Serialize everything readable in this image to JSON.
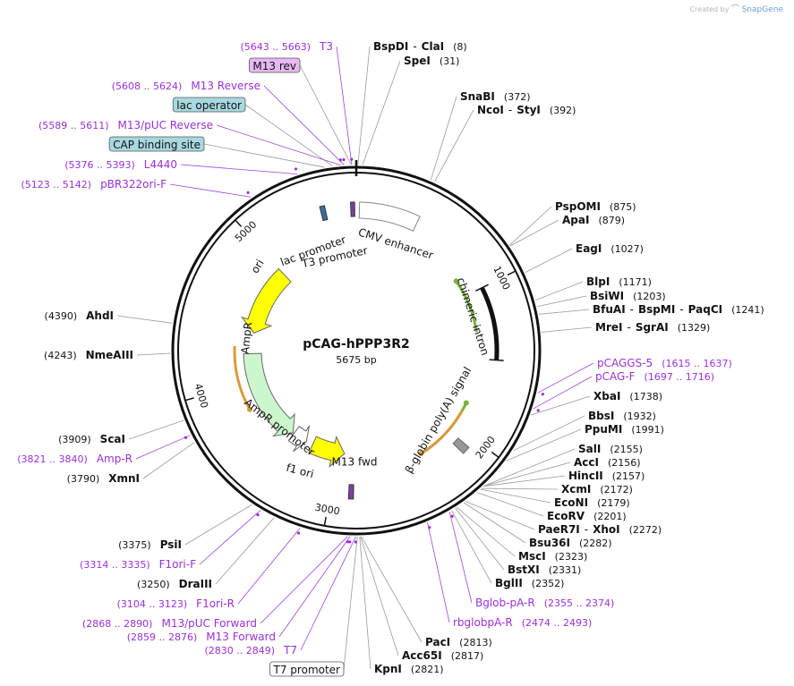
{
  "credit": {
    "prefix": "Created by",
    "brand": "SnapGene"
  },
  "plasmid": {
    "name": "pCAG-hPPP3R2",
    "length_label": "5675 bp",
    "length": 5675
  },
  "ruler_ticks": [
    {
      "pos": 1000,
      "label": "1000"
    },
    {
      "pos": 2000,
      "label": "2000"
    },
    {
      "pos": 3000,
      "label": "3000"
    },
    {
      "pos": 4000,
      "label": "4000"
    },
    {
      "pos": 5000,
      "label": "5000"
    }
  ],
  "features": [
    {
      "name": "CMV enhancer",
      "start": 20,
      "end": 400,
      "type": "box",
      "color": "#ffffff",
      "stroke": "#888888"
    },
    {
      "name": "chimeric intron",
      "start": 1000,
      "end": 1480,
      "type": "line",
      "color": "#111111"
    },
    {
      "name": "β-globin poly(A) signal",
      "start": 2060,
      "end": 2110,
      "type": "gray",
      "color": "#999999"
    },
    {
      "name": "f1 ori",
      "start": 2940,
      "end": 3230,
      "type": "arrow-rev",
      "color": "#ffff00"
    },
    {
      "name": "AmpR promoter",
      "start": 3290,
      "end": 3420,
      "type": "arrow-rev",
      "color": "#ffffff"
    },
    {
      "name": "AmpR",
      "start": 3430,
      "end": 4230,
      "type": "arrow-rev",
      "color": "#ccf7cc"
    },
    {
      "name": "ori",
      "start": 4410,
      "end": 4990,
      "type": "arrow-rev",
      "color": "#ffff00"
    },
    {
      "name": "lac promoter",
      "start": 5450,
      "end": 5480,
      "type": "small",
      "color": "#3a6f9a"
    },
    {
      "name": "T3 promoter",
      "start": 5640,
      "end": 5665,
      "type": "small",
      "color": "#7e3fa0"
    }
  ],
  "inner_arcs": [
    {
      "start": 870,
      "end": 1280,
      "color": "#78b339",
      "dir": "rev"
    },
    {
      "start": 1820,
      "end": 2330,
      "color": "#78b339",
      "dir": "rev"
    },
    {
      "start": 1880,
      "end": 2330,
      "color": "#d99a3c",
      "dir": "fwd"
    },
    {
      "start": 3800,
      "end": 4290,
      "color": "#d99a3c",
      "dir": "rev"
    }
  ],
  "center_labels": [
    {
      "text": "pCAG-hPPP3R2"
    },
    {
      "text": "5675 bp"
    }
  ],
  "inside_labels": [
    {
      "text": "CMV enhancer"
    },
    {
      "text": "chimeric intron"
    },
    {
      "text": "β-globin poly(A) signal"
    },
    {
      "text": "f1 ori"
    },
    {
      "text": "M13 fwd"
    },
    {
      "text": "AmpR promoter"
    },
    {
      "text": "AmpR"
    },
    {
      "text": "ori"
    },
    {
      "text": "lac promoter"
    },
    {
      "text": "T3 promoter"
    }
  ],
  "labels": [
    {
      "pos": 5653,
      "kind": "primer",
      "parts": [
        {
          "t": "(5643 .. 5663)",
          "s": "coord"
        },
        {
          "t": "T3",
          "s": "name"
        }
      ]
    },
    {
      "pos": 5650,
      "kind": "box",
      "box": "purple",
      "parts": [
        {
          "t": "M13 rev",
          "s": "name"
        }
      ]
    },
    {
      "pos": 5616,
      "kind": "primer",
      "parts": [
        {
          "t": "(5608 .. 5624)",
          "s": "coord"
        },
        {
          "t": "M13 Reverse",
          "s": "name"
        }
      ]
    },
    {
      "pos": 5560,
      "kind": "box",
      "box": "teal",
      "parts": [
        {
          "t": "lac operator",
          "s": "name"
        }
      ]
    },
    {
      "pos": 5600,
      "kind": "primer",
      "parts": [
        {
          "t": "(5589 .. 5611)",
          "s": "coord"
        },
        {
          "t": "M13/pUC Reverse",
          "s": "name"
        }
      ]
    },
    {
      "pos": 5520,
      "kind": "box",
      "box": "teal",
      "parts": [
        {
          "t": "CAP binding site",
          "s": "name"
        }
      ]
    },
    {
      "pos": 5385,
      "kind": "primer",
      "parts": [
        {
          "t": "(5376 .. 5393)",
          "s": "coord"
        },
        {
          "t": "L4440",
          "s": "name"
        }
      ]
    },
    {
      "pos": 5133,
      "kind": "primer",
      "parts": [
        {
          "t": "(5123 .. 5142)",
          "s": "coord"
        },
        {
          "t": "pBR322ori-F",
          "s": "name"
        }
      ]
    },
    {
      "pos": 8,
      "kind": "site",
      "parts": [
        {
          "t": "BspDI",
          "s": "bold"
        },
        {
          "t": "-",
          "s": "plain"
        },
        {
          "t": "ClaI",
          "s": "bold"
        },
        {
          "t": "(8)",
          "s": "num"
        }
      ]
    },
    {
      "pos": 31,
      "kind": "site",
      "parts": [
        {
          "t": "SpeI",
          "s": "bold"
        },
        {
          "t": "(31)",
          "s": "num"
        }
      ]
    },
    {
      "pos": 372,
      "kind": "site",
      "parts": [
        {
          "t": "SnaBI",
          "s": "bold"
        },
        {
          "t": "(372)",
          "s": "num"
        }
      ]
    },
    {
      "pos": 392,
      "kind": "site",
      "parts": [
        {
          "t": "NcoI",
          "s": "bold"
        },
        {
          "t": "-",
          "s": "plain"
        },
        {
          "t": "StyI",
          "s": "bold"
        },
        {
          "t": "(392)",
          "s": "num"
        }
      ]
    },
    {
      "pos": 875,
      "kind": "site",
      "parts": [
        {
          "t": "PspOMI",
          "s": "bold"
        },
        {
          "t": "(875)",
          "s": "num"
        }
      ]
    },
    {
      "pos": 879,
      "kind": "site",
      "parts": [
        {
          "t": "ApaI",
          "s": "bold"
        },
        {
          "t": "(879)",
          "s": "num"
        }
      ]
    },
    {
      "pos": 1027,
      "kind": "site",
      "parts": [
        {
          "t": "EagI",
          "s": "bold"
        },
        {
          "t": "(1027)",
          "s": "num"
        }
      ]
    },
    {
      "pos": 1171,
      "kind": "site",
      "parts": [
        {
          "t": "BlpI",
          "s": "bold"
        },
        {
          "t": "(1171)",
          "s": "num"
        }
      ]
    },
    {
      "pos": 1203,
      "kind": "site",
      "parts": [
        {
          "t": "BsiWI",
          "s": "bold"
        },
        {
          "t": "(1203)",
          "s": "num"
        }
      ]
    },
    {
      "pos": 1241,
      "kind": "site",
      "parts": [
        {
          "t": "BfuAI",
          "s": "bold"
        },
        {
          "t": "-",
          "s": "plain"
        },
        {
          "t": "BspMI",
          "s": "bold"
        },
        {
          "t": "-",
          "s": "plain"
        },
        {
          "t": "PaqCI",
          "s": "bold"
        },
        {
          "t": "(1241)",
          "s": "num"
        }
      ]
    },
    {
      "pos": 1329,
      "kind": "site",
      "parts": [
        {
          "t": "MreI",
          "s": "bold"
        },
        {
          "t": "-",
          "s": "plain"
        },
        {
          "t": "SgrAI",
          "s": "bold"
        },
        {
          "t": "(1329)",
          "s": "num"
        }
      ]
    },
    {
      "pos": 1626,
      "kind": "primer",
      "parts": [
        {
          "t": "pCAGGS-5",
          "s": "name"
        },
        {
          "t": "(1615 .. 1637)",
          "s": "coord"
        }
      ]
    },
    {
      "pos": 1706,
      "kind": "primer",
      "parts": [
        {
          "t": "pCAG-F",
          "s": "name"
        },
        {
          "t": "(1697 .. 1716)",
          "s": "coord"
        }
      ]
    },
    {
      "pos": 1738,
      "kind": "site",
      "parts": [
        {
          "t": "XbaI",
          "s": "bold"
        },
        {
          "t": "(1738)",
          "s": "num"
        }
      ]
    },
    {
      "pos": 1932,
      "kind": "site",
      "parts": [
        {
          "t": "BbsI",
          "s": "bold"
        },
        {
          "t": "(1932)",
          "s": "num"
        }
      ]
    },
    {
      "pos": 1991,
      "kind": "site",
      "parts": [
        {
          "t": "PpuMI",
          "s": "bold"
        },
        {
          "t": "(1991)",
          "s": "num"
        }
      ]
    },
    {
      "pos": 2155,
      "kind": "site",
      "parts": [
        {
          "t": "SalI",
          "s": "bold"
        },
        {
          "t": "(2155)",
          "s": "num"
        }
      ]
    },
    {
      "pos": 2156,
      "kind": "site",
      "parts": [
        {
          "t": "AccI",
          "s": "bold"
        },
        {
          "t": "(2156)",
          "s": "num"
        }
      ]
    },
    {
      "pos": 2157,
      "kind": "site",
      "parts": [
        {
          "t": "HincII",
          "s": "bold"
        },
        {
          "t": "(2157)",
          "s": "num"
        }
      ]
    },
    {
      "pos": 2172,
      "kind": "site",
      "parts": [
        {
          "t": "XcmI",
          "s": "bold"
        },
        {
          "t": "(2172)",
          "s": "num"
        }
      ]
    },
    {
      "pos": 2179,
      "kind": "site",
      "parts": [
        {
          "t": "EcoNI",
          "s": "bold"
        },
        {
          "t": "(2179)",
          "s": "num"
        }
      ]
    },
    {
      "pos": 2201,
      "kind": "site",
      "parts": [
        {
          "t": "EcoRV",
          "s": "bold"
        },
        {
          "t": "(2201)",
          "s": "num"
        }
      ]
    },
    {
      "pos": 2272,
      "kind": "site",
      "parts": [
        {
          "t": "PaeR7I",
          "s": "bold"
        },
        {
          "t": "-",
          "s": "plain"
        },
        {
          "t": "XhoI",
          "s": "bold"
        },
        {
          "t": "(2272)",
          "s": "num"
        }
      ]
    },
    {
      "pos": 2282,
      "kind": "site",
      "parts": [
        {
          "t": "Bsu36I",
          "s": "bold"
        },
        {
          "t": "(2282)",
          "s": "num"
        }
      ]
    },
    {
      "pos": 2323,
      "kind": "site",
      "parts": [
        {
          "t": "MscI",
          "s": "bold"
        },
        {
          "t": "(2323)",
          "s": "num"
        }
      ]
    },
    {
      "pos": 2331,
      "kind": "site",
      "parts": [
        {
          "t": "BstXI",
          "s": "bold"
        },
        {
          "t": "(2331)",
          "s": "num"
        }
      ]
    },
    {
      "pos": 2352,
      "kind": "site",
      "parts": [
        {
          "t": "BglII",
          "s": "bold"
        },
        {
          "t": "(2352)",
          "s": "num"
        }
      ]
    },
    {
      "pos": 2364,
      "kind": "primer",
      "parts": [
        {
          "t": "Bglob-pA-R",
          "s": "name"
        },
        {
          "t": "(2355 .. 2374)",
          "s": "coord"
        }
      ]
    },
    {
      "pos": 2483,
      "kind": "primer",
      "parts": [
        {
          "t": "rbglobpA-R",
          "s": "name"
        },
        {
          "t": "(2474 .. 2493)",
          "s": "coord"
        }
      ]
    },
    {
      "pos": 2813,
      "kind": "site",
      "parts": [
        {
          "t": "PacI",
          "s": "bold"
        },
        {
          "t": "(2813)",
          "s": "num"
        }
      ]
    },
    {
      "pos": 2817,
      "kind": "site",
      "parts": [
        {
          "t": "Acc65I",
          "s": "bold"
        },
        {
          "t": "(2817)",
          "s": "num"
        }
      ]
    },
    {
      "pos": 2821,
      "kind": "site",
      "parts": [
        {
          "t": "KpnI",
          "s": "bold"
        },
        {
          "t": "(2821)",
          "s": "num"
        }
      ]
    },
    {
      "pos": 2832,
      "kind": "box",
      "box": "white",
      "parts": [
        {
          "t": "T7 promoter",
          "s": "name"
        }
      ]
    },
    {
      "pos": 2840,
      "kind": "primer",
      "parts": [
        {
          "t": "(2830 .. 2849)",
          "s": "coord"
        },
        {
          "t": "T7",
          "s": "name"
        }
      ]
    },
    {
      "pos": 2868,
      "kind": "primer",
      "parts": [
        {
          "t": "(2859 .. 2876)",
          "s": "coord"
        },
        {
          "t": "M13 Forward",
          "s": "name"
        }
      ]
    },
    {
      "pos": 2879,
      "kind": "primer",
      "parts": [
        {
          "t": "(2868 .. 2890)",
          "s": "coord"
        },
        {
          "t": "M13/pUC Forward",
          "s": "name"
        }
      ]
    },
    {
      "pos": 3114,
      "kind": "primer",
      "parts": [
        {
          "t": "(3104 .. 3123)",
          "s": "coord"
        },
        {
          "t": "F1ori-R",
          "s": "name"
        }
      ]
    },
    {
      "pos": 3250,
      "kind": "site",
      "parts": [
        {
          "t": "(3250)",
          "s": "num"
        },
        {
          "t": "DraIII",
          "s": "bold"
        }
      ]
    },
    {
      "pos": 3325,
      "kind": "primer",
      "parts": [
        {
          "t": "(3314 .. 3335)",
          "s": "coord"
        },
        {
          "t": "F1ori-F",
          "s": "name"
        }
      ]
    },
    {
      "pos": 3375,
      "kind": "site",
      "parts": [
        {
          "t": "(3375)",
          "s": "num"
        },
        {
          "t": "PsiI",
          "s": "bold"
        }
      ]
    },
    {
      "pos": 3790,
      "kind": "site",
      "parts": [
        {
          "t": "(3790)",
          "s": "num"
        },
        {
          "t": "XmnI",
          "s": "bold"
        }
      ]
    },
    {
      "pos": 3830,
      "kind": "primer",
      "parts": [
        {
          "t": "(3821 .. 3840)",
          "s": "coord"
        },
        {
          "t": "Amp-R",
          "s": "name"
        }
      ]
    },
    {
      "pos": 3909,
      "kind": "site",
      "parts": [
        {
          "t": "(3909)",
          "s": "num"
        },
        {
          "t": "ScaI",
          "s": "bold"
        }
      ]
    },
    {
      "pos": 4243,
      "kind": "site",
      "parts": [
        {
          "t": "(4243)",
          "s": "num"
        },
        {
          "t": "NmeAIII",
          "s": "bold"
        }
      ]
    },
    {
      "pos": 4390,
      "kind": "site",
      "parts": [
        {
          "t": "(4390)",
          "s": "num"
        },
        {
          "t": "AhdI",
          "s": "bold"
        }
      ]
    }
  ],
  "colors": {
    "site": "#000000",
    "primer": "#9b30d9",
    "leader": "#9a9a9a",
    "primer_leader": "#a040e0",
    "backbone": "#111111"
  }
}
